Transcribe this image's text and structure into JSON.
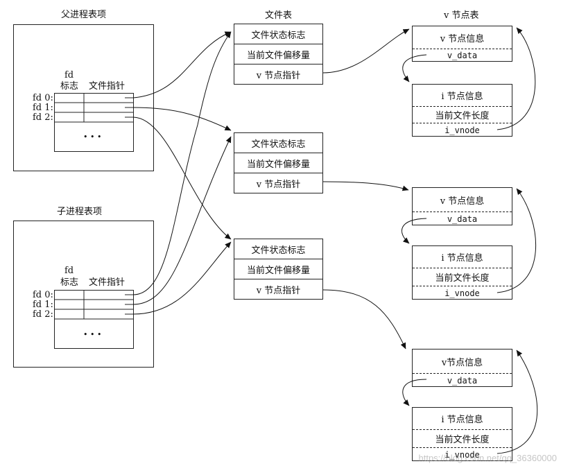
{
  "parent": {
    "title": "父进程表项",
    "fd_label": "fd",
    "flag_label": "标志",
    "ptr_label": "文件指针",
    "rows": [
      "fd 0:",
      "fd 1:",
      "fd 2:"
    ],
    "ellipsis": "• • •"
  },
  "child": {
    "title": "子进程表项",
    "fd_label": "fd",
    "flag_label": "标志",
    "ptr_label": "文件指针",
    "rows": [
      "fd 0:",
      "fd 1:",
      "fd 2:"
    ],
    "ellipsis": "• • •"
  },
  "file_table": {
    "title": "文件表",
    "entries": [
      {
        "status": "文件状态标志",
        "offset": "当前文件偏移量",
        "vptr": "v 节点指针"
      },
      {
        "status": "文件状态标志",
        "offset": "当前文件偏移量",
        "vptr": "v 节点指针"
      },
      {
        "status": "文件状态标志",
        "offset": "当前文件偏移量",
        "vptr": "v 节点指针"
      }
    ]
  },
  "vnode_table": {
    "title": "v 节点表",
    "entries": [
      {
        "vinfo": "v 节点信息",
        "vdata": "v_data",
        "iinfo": "i 节点信息",
        "ilen": "当前文件长度",
        "ivnode": "i_vnode"
      },
      {
        "vinfo": "v 节点信息",
        "vdata": "v_data",
        "iinfo": "i 节点信息",
        "ilen": "当前文件长度",
        "ivnode": "i_vnode"
      },
      {
        "vinfo": "v节点信息",
        "vdata": "v_data",
        "iinfo": "i 节点信息",
        "ilen": "当前文件长度",
        "ivnode": "i_vnode"
      }
    ]
  },
  "watermark": "https://blog.csdn.net/qq_36360000"
}
